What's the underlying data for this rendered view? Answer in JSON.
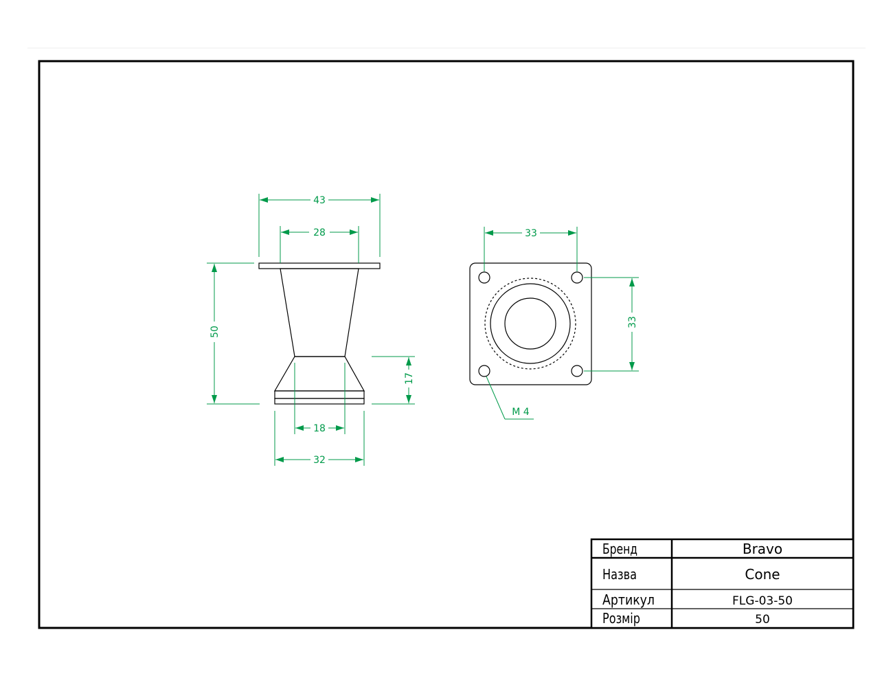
{
  "colors": {
    "outline": "#000000",
    "dimension": "#009a4a",
    "background": "#ffffff",
    "top_rule": "#eeeeee"
  },
  "front_view": {
    "dims": {
      "top_width": "43",
      "neck_width": "28",
      "height": "50",
      "base_height": "17",
      "inner_base_width": "18",
      "base_width": "32"
    }
  },
  "top_view": {
    "dims": {
      "hole_spacing_x": "33",
      "hole_spacing_y": "33"
    },
    "callout": "M 4"
  },
  "title_block": {
    "rows": [
      {
        "label": "Бренд",
        "value": "Bravo"
      },
      {
        "label": "Назва",
        "value": "Cone"
      },
      {
        "label": "Артикул",
        "value": "FLG-03-50"
      },
      {
        "label": "Розмір",
        "value": "50"
      }
    ]
  }
}
